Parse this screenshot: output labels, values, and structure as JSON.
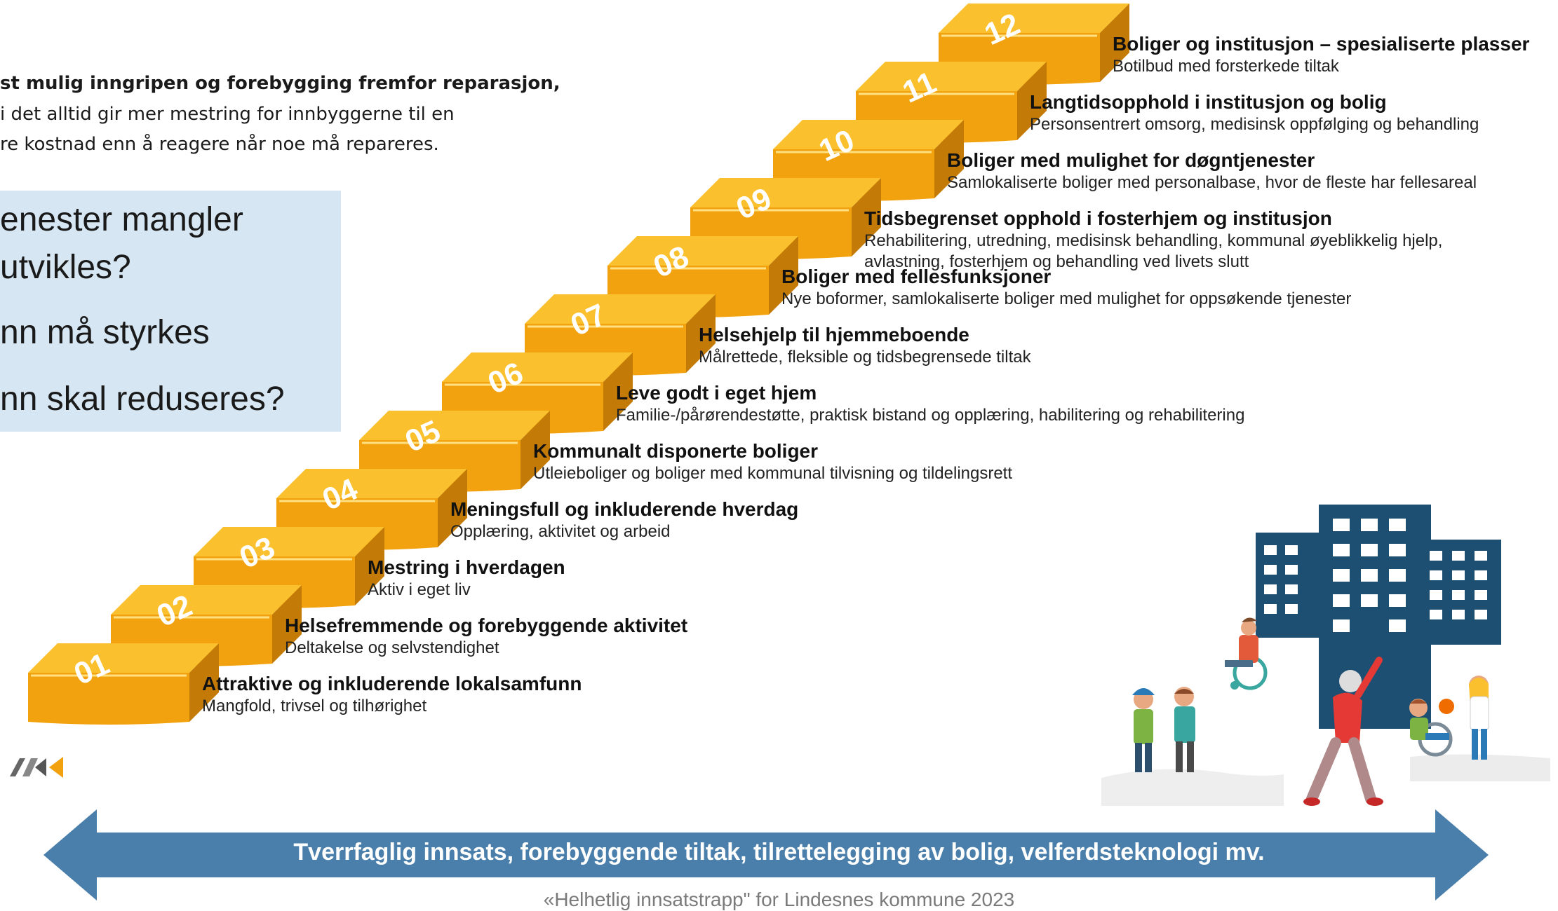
{
  "intro": {
    "line1": "st mulig inngripen og forebygging fremfor reparasjon,",
    "line2": "i det alltid gir mer mestring for innbyggerne til en",
    "line3": "re kostnad enn å reagere når noe må repareres."
  },
  "questions": [
    "enester mangler",
    "utvikles?",
    "nn må styrkes",
    "nn skal reduseres?"
  ],
  "steps": [
    {
      "number": "01",
      "title": "Attraktive og inkluderende lokalsamfunn",
      "subtitle": "Mangfold, trivsel og tilhørighet"
    },
    {
      "number": "02",
      "title": "Helsefremmende og forebyggende aktivitet",
      "subtitle": "Deltakelse og selvstendighet"
    },
    {
      "number": "03",
      "title": "Mestring i hverdagen",
      "subtitle": "Aktiv i eget liv"
    },
    {
      "number": "04",
      "title": "Meningsfull og inkluderende hverdag",
      "subtitle": "Opplæring, aktivitet og arbeid"
    },
    {
      "number": "05",
      "title": "Kommunalt disponerte boliger",
      "subtitle": "Utleieboliger og boliger med kommunal tilvisning og tildelingsrett"
    },
    {
      "number": "06",
      "title": "Leve godt i eget hjem",
      "subtitle": "Familie-/pårørendestøtte, praktisk bistand og opplæring, habilitering og rehabilitering"
    },
    {
      "number": "07",
      "title": "Helsehjelp til hjemmeboende",
      "subtitle": "Målrettede, fleksible og tidsbegrensede tiltak"
    },
    {
      "number": "08",
      "title": "Boliger med fellesfunksjoner",
      "subtitle": "Nye boformer, samlokaliserte boliger med mulighet for oppsøkende tjenester"
    },
    {
      "number": "09",
      "title": "Tidsbegrenset opphold i fosterhjem og institusjon",
      "subtitle": "Rehabilitering, utredning, medisinsk behandling, kommunal øyeblikkelig hjelp,",
      "subtitle2": "avlastning, fosterhjem og behandling ved livets slutt"
    },
    {
      "number": "10",
      "title": "Boliger med mulighet for døgntjenester",
      "subtitle": "Samlokaliserte boliger med personalbase, hvor de fleste har fellesareal"
    },
    {
      "number": "11",
      "title": "Langtidsopphold i institusjon og bolig",
      "subtitle": "Personsentrert omsorg, medisinsk oppfølging og behandling"
    },
    {
      "number": "12",
      "title": "Boliger og institusjon – spesialiserte plasser",
      "subtitle": "Botilbud med forsterkede tiltak"
    }
  ],
  "banner": "Tverrfaglig innsats, forebyggende tiltak, tilrettelegging av bolig,  velferdsteknologi mv.",
  "caption": "«Helhetlig innsatstrapp\" for Lindesnes kommune 2023",
  "colors": {
    "step_top": "#fbc02d",
    "step_front": "#f2a20e",
    "step_edge": "#c47a06",
    "arrow": "#4a7fab",
    "box": "#d6e6f2",
    "building": "#1d4f73"
  }
}
